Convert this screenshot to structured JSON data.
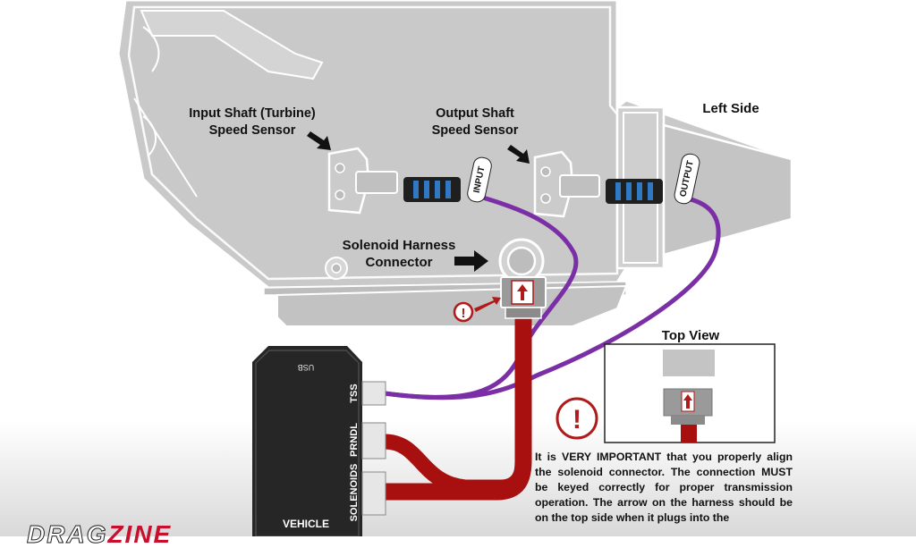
{
  "colors": {
    "case_fill": "#c9c9c9",
    "case_stroke": "#ffffff",
    "harness_red": "#a81010",
    "wire_purple": "#7b2fa6",
    "module_body": "#262626",
    "warning_red": "#b01a1a"
  },
  "labels": {
    "input_sensor_line1": "Input Shaft (Turbine)",
    "input_sensor_line2": "Speed Sensor",
    "output_sensor_line1": "Output Shaft",
    "output_sensor_line2": "Speed Sensor",
    "left_side": "Left Side",
    "solenoid_line1": "Solenoid Harness",
    "solenoid_line2": "Connector",
    "input_tag": "INPUT",
    "output_tag": "OUTPUT",
    "warning_mark": "!"
  },
  "module": {
    "usb_label": "USB",
    "tss_label": "TSS",
    "prndl_label": "PRNDL",
    "solenoids_label": "SOLENOIDS",
    "vehicle_label": "VEHICLE"
  },
  "top_view": {
    "title": "Top View",
    "warning_mark": "!"
  },
  "warning": {
    "prefix": "It is ",
    "emphasis": "VERY IMPORTANT",
    "body": " that you properly align the solenoid connector. The connection MUST be keyed correctly for proper transmission operation. The arrow on the harness should be on the top side when it plugs into the"
  },
  "brand": {
    "part1": "DRAG",
    "part2": "ZINE"
  }
}
